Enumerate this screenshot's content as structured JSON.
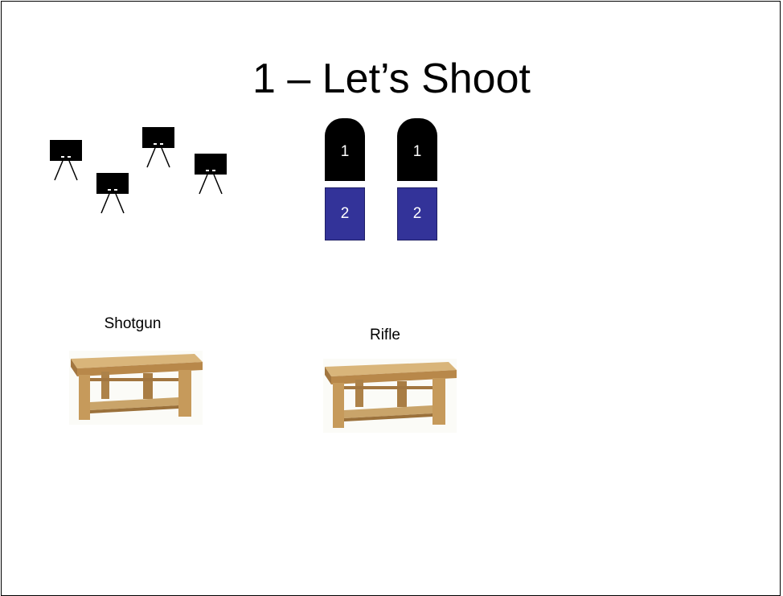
{
  "slide": {
    "title": "1 – Let’s Shoot"
  },
  "targets": [
    {
      "icon": "target-icon"
    },
    {
      "icon": "target-icon"
    },
    {
      "icon": "target-icon"
    },
    {
      "icon": "target-icon"
    }
  ],
  "rounds": [
    {
      "tip_label": "1",
      "case_label": "2"
    },
    {
      "tip_label": "1",
      "case_label": "2"
    }
  ],
  "stations": [
    {
      "label": "Shotgun",
      "icon": "table-icon"
    },
    {
      "label": "Rifle",
      "icon": "table-icon"
    }
  ],
  "colors": {
    "background": "#ffffff",
    "bullet_tip": "#000000",
    "bullet_case": "#333399",
    "table_wood": "#c9a46a"
  }
}
